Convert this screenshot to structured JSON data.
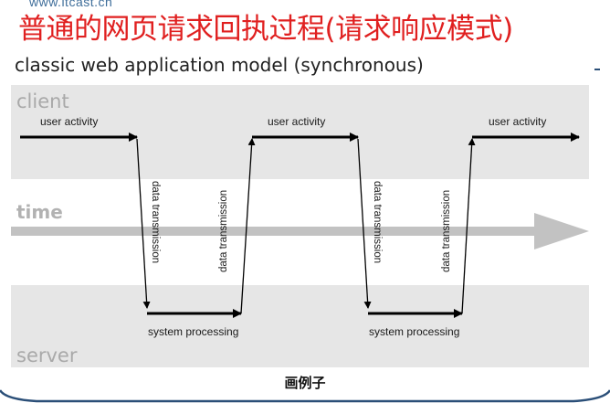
{
  "slide": {
    "watermark": "www.itcast.cn",
    "title": "普通的网页请求回执过程(请求响应模式)",
    "caption": "画例子"
  },
  "diagram": {
    "heading": "classic web application model (synchronous)",
    "client_label": "client",
    "server_label": "server",
    "time_label": "time",
    "user_activity_labels": [
      "user activity",
      "user activity",
      "user activity"
    ],
    "data_transmission_labels": [
      "data transmission",
      "data transmission",
      "data transmission",
      "data transmission"
    ],
    "system_processing_labels": [
      "system processing",
      "system processing"
    ]
  },
  "colors": {
    "title": "#e02020",
    "lane_fill": "#e6e6e6",
    "time_arrow": "#c2c2c2",
    "arrows": "#000000",
    "frame": "#2b4f78"
  }
}
